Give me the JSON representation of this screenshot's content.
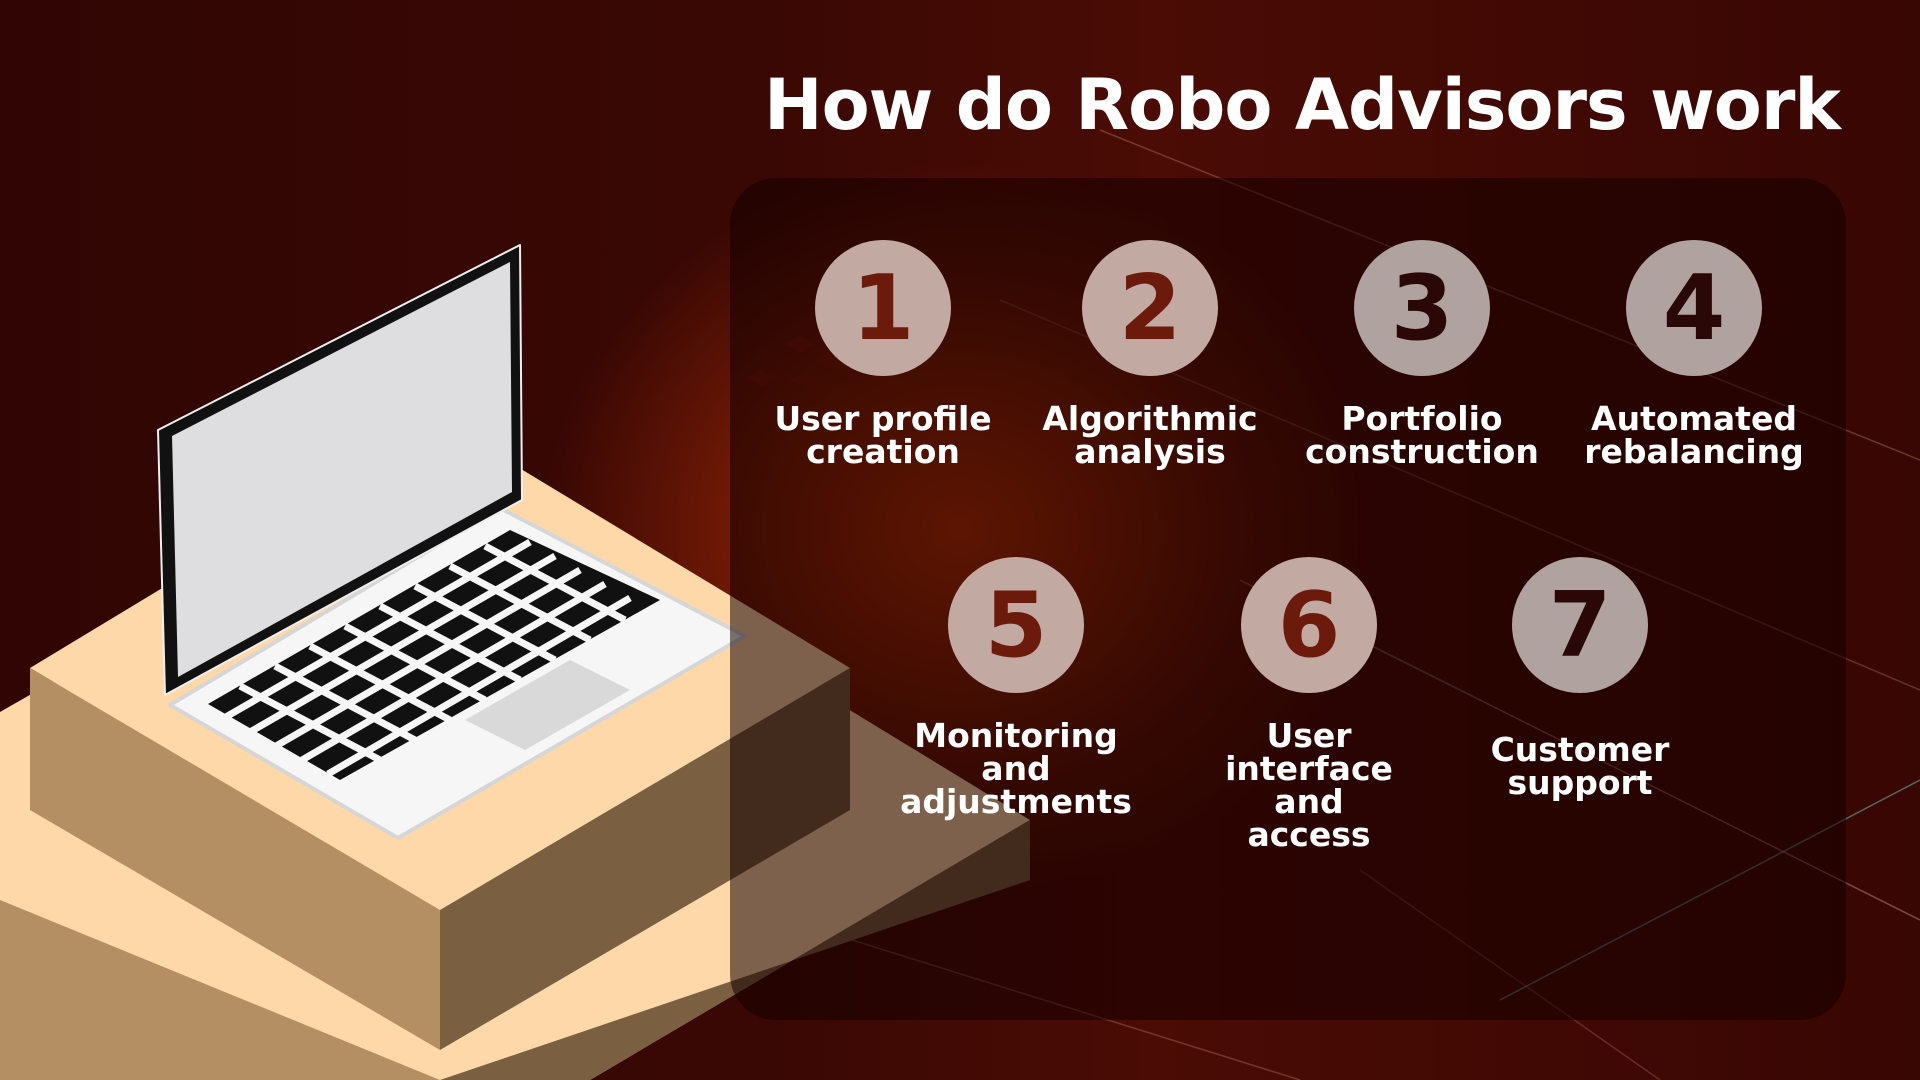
{
  "title": "How do Robo Advisors work",
  "colors": {
    "background_dark": "#3a0804",
    "glow": "#b53005",
    "circle_fill": "#c2a9a1",
    "number_color": "#6b1a0c",
    "text": "#ffffff",
    "podium_top": "#fed8a9",
    "podium_left": "#b48f63",
    "podium_right": "#7a6040"
  },
  "steps": [
    {
      "number": "1",
      "label": "User profile\ncreation"
    },
    {
      "number": "2",
      "label": "Algorithmic\nanalysis"
    },
    {
      "number": "3",
      "label": "Portfolio\nconstruction"
    },
    {
      "number": "4",
      "label": "Automated\nrebalancing"
    },
    {
      "number": "5",
      "label": "Monitoring\nand\nadjustments"
    },
    {
      "number": "6",
      "label": "User interface\nand\naccess"
    },
    {
      "number": "7",
      "label": "Customer\nsupport"
    }
  ],
  "illustration": {
    "subject": "laptop-on-podium",
    "icons": [
      "laptop-icon",
      "podium-icon"
    ]
  }
}
